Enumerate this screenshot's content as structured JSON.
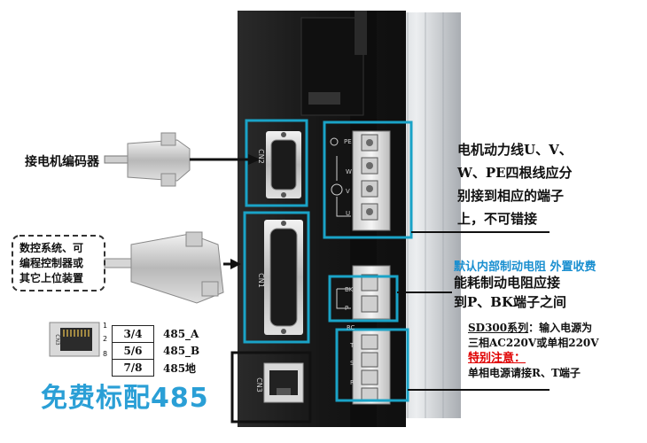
{
  "labels": {
    "encoder": "接电机编码器",
    "cnc_box_line1": "数控系统、可",
    "cnc_box_line2": "编程控制器或",
    "cnc_box_line3": "其它上位装置",
    "motor_line1": "电机动力线U、V、",
    "motor_line2": "W、PE四根线应分",
    "motor_line3": "别接到相应的端子",
    "motor_line4": "上，不可错接",
    "resistor_blue": "默认内部制动电阻 外置收费",
    "resistor_line1": "能耗制动电阻应接",
    "resistor_line2": "到P、BK端子之间",
    "power_series": "SD300系列",
    "power_series_suffix": "：输入电源为",
    "power_line2": "三相AC220V或单相220V",
    "power_note": "特别注意：",
    "power_line3": "单相电源请接R、T端子",
    "free_485": "免费标配485"
  },
  "connectors": {
    "cn1": "CN1",
    "cn2": "CN2",
    "cn3": "CN3",
    "pe": "PE",
    "w": "W",
    "v": "V",
    "u": "U",
    "bk": "BK",
    "p": "P",
    "t": "T",
    "s": "S",
    "r": "R",
    "rc": "RC",
    "in1": "1",
    "in2": "2",
    "in8": "8",
    "inset_cn3": "CN3"
  },
  "pin_table": [
    {
      "pins": "3/4",
      "signal": "485_A"
    },
    {
      "pins": "5/6",
      "signal": "485_B"
    },
    {
      "pins": "7/8",
      "signal": "485地"
    }
  ],
  "colors": {
    "highlight_box": "#1aa3c7",
    "blue_text": "#1a8fd0",
    "big_blue_text": "#2a9fd6",
    "red_text": "#e00000",
    "device_body": "#1c1c1c",
    "heatsink": "#cfd2d6"
  }
}
